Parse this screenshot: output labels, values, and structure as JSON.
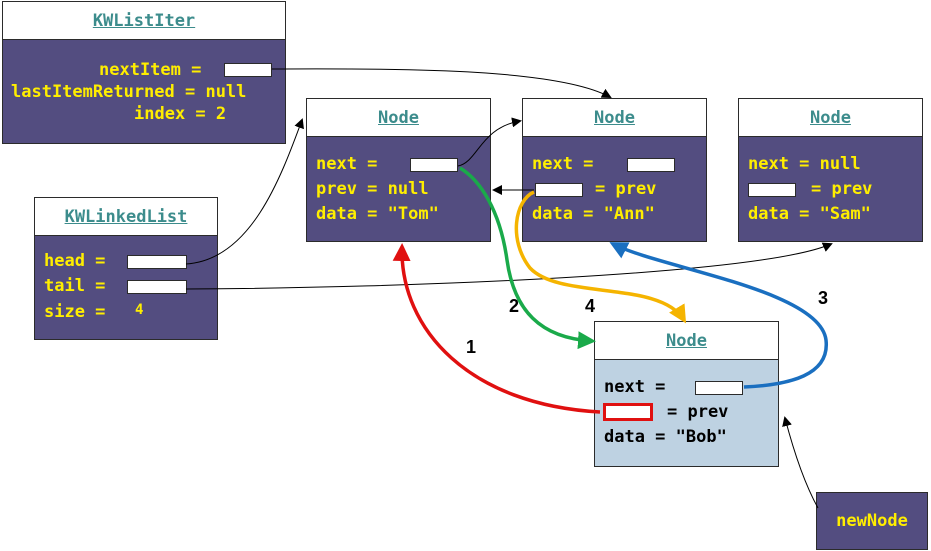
{
  "iter": {
    "title": "KWListIter",
    "next_item": "nextItem =",
    "last_item_returned": "lastItemReturned = null",
    "index": "index = 2"
  },
  "list": {
    "title": "KWLinkedList",
    "head": "head =",
    "tail": "tail =",
    "size_label": "size =",
    "size_value": "4"
  },
  "nodes": [
    {
      "title": "Node",
      "next": "next =",
      "prev": "prev = null",
      "data": "data = \"Tom\""
    },
    {
      "title": "Node",
      "next": "next =",
      "prev": "= prev",
      "data": "data = \"Ann\""
    },
    {
      "title": "Node",
      "next": "next = null",
      "prev": "= prev",
      "data": "data = \"Sam\""
    }
  ],
  "new_node": {
    "title": "Node",
    "next": "next =",
    "prev": "= prev",
    "data": "data = \"Bob\""
  },
  "new_node_label": "newNode",
  "steps": [
    "1",
    "2",
    "3",
    "4"
  ],
  "colors": {
    "step1": "#e01010",
    "step2": "#1aaa4a",
    "step3": "#1a6fc0",
    "step4": "#f5b400",
    "box_fill": "#534d80",
    "new_node_fill": "#bed2e2",
    "field_text": "#ffee00",
    "header_text": "#3c8c8c"
  }
}
